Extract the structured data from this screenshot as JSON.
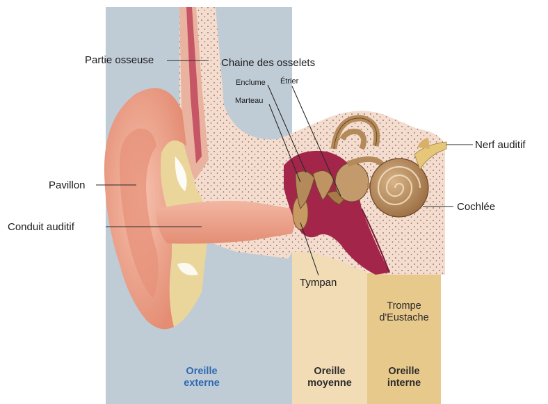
{
  "labels": {
    "partie_osseuse": "Partie osseuse",
    "chaine_osselets": "Chaine des osselets",
    "enclume": "Enclume",
    "etrier": "Étrier",
    "marteau": "Marteau",
    "nerf_auditif": "Nerf auditif",
    "pavillon": "Pavillon",
    "conduit_auditif": "Conduit auditif",
    "cochlee": "Cochlée",
    "tympan": "Tympan",
    "trompe_line1": "Trompe",
    "trompe_line2": "d'Eustache"
  },
  "zones": {
    "externe": {
      "line1": "Oreille",
      "line2": "externe",
      "color": "#2f68b0"
    },
    "moyenne": {
      "line1": "Oreille",
      "line2": "moyenne",
      "color": "#2b2b2b"
    },
    "interne": {
      "line1": "Oreille",
      "line2": "interne",
      "color": "#2b2b2b"
    }
  },
  "colors": {
    "outer_ear_panel": "#bfccd6",
    "middle_ear_panel": "#f1dcb6",
    "inner_ear_panel": "#e8c98c",
    "bone": "#f4ddcf",
    "skin": "#f0a58e",
    "cartilage": "#ead59b",
    "tympanic_cavity": "#a3264a",
    "ossicles": "#b48a5a",
    "nerve": "#e6c77a"
  }
}
